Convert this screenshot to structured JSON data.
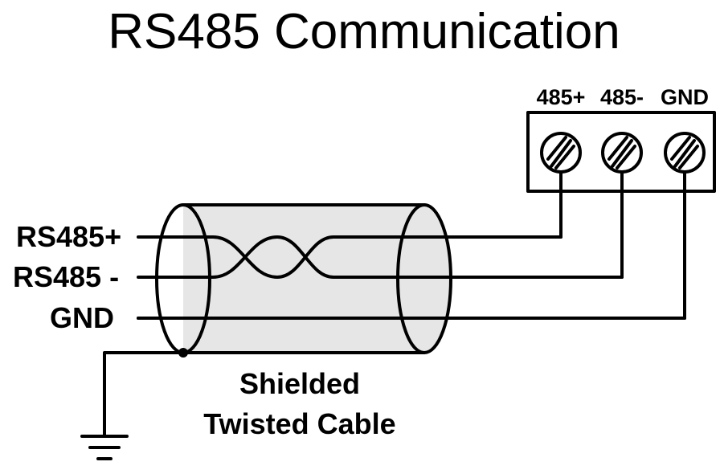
{
  "title": "RS485 Communication",
  "wire_labels": {
    "positive": "RS485+",
    "negative": "RS485 -",
    "ground": "GND"
  },
  "terminal_labels": {
    "positive": "485+",
    "negative": "485-",
    "ground": "GND"
  },
  "cable_caption": {
    "line1": "Shielded",
    "line2": "Twisted Cable"
  },
  "colors": {
    "line": "#000000",
    "cable_fill": "#e6e6e6",
    "background": "#ffffff"
  }
}
